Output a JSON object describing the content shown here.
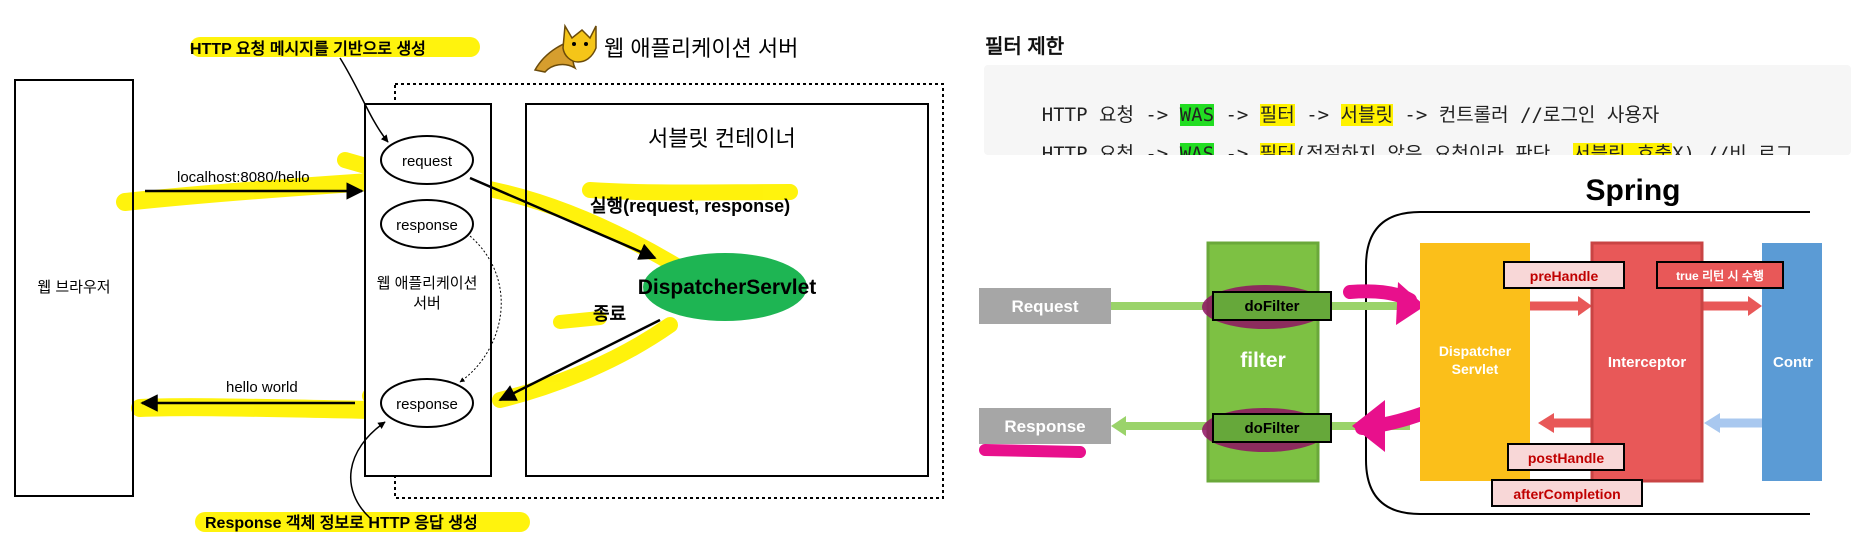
{
  "left": {
    "top_note": "HTTP 요청 메시지를 기반으로 생성",
    "was_title": "웹 애플리케이션 서버",
    "browser_label": "웹 브라우저",
    "request_url": "localhost:8080/hello",
    "request_label": "request",
    "response_label_top": "response",
    "was_inner_label_1": "웹 애플리케이션",
    "was_inner_label_2": "서버",
    "response_label_bottom": "response",
    "hello_world": "hello world",
    "container_title": "서블릿 컨테이너",
    "execute_label": "실행(request, response)",
    "end_label": "종료",
    "dispatcher_servlet": "DispatcherServlet",
    "bottom_note": "Response 객체 정보로 HTTP 응답 생성"
  },
  "filter_section": {
    "title": "필터 제한",
    "line1_parts": [
      "HTTP 요청 -> ",
      "WAS",
      " -> ",
      "필터",
      " -> ",
      "서블릿",
      " -> 컨트롤러 //로그인 사용자"
    ],
    "line2_parts": [
      "HTTP 요청 -> ",
      "WAS",
      " -> ",
      "필터",
      "(적절하지 않은 요청이라 판단, ",
      "서블릿 호출",
      "X) //비 로그"
    ]
  },
  "spring_diagram": {
    "title": "Spring",
    "request": "Request",
    "response": "Response",
    "dofilter_top": "doFilter",
    "dofilter_bottom": "doFilter",
    "filter": "filter",
    "dispatcher_line1": "Dispatcher",
    "dispatcher_line2": "Servlet",
    "interceptor": "Interceptor",
    "controller": "Contr",
    "prehandle": "preHandle",
    "true_return": "true 리턴 시 수행",
    "posthandle": "postHandle",
    "aftercompletion": "afterCompletion"
  },
  "colors": {
    "highlight_yellow": "#fff200",
    "highlight_green": "#22dd22",
    "highlight_magenta": "#e8108c",
    "filter_green": "#7dc143",
    "dispatcher_orange": "#fbbf1a",
    "interceptor_red": "#e85858",
    "controller_blue": "#5b9bd5",
    "request_gray": "#a6a6a6",
    "dispatcher_ellipse_green": "#1eb553"
  }
}
